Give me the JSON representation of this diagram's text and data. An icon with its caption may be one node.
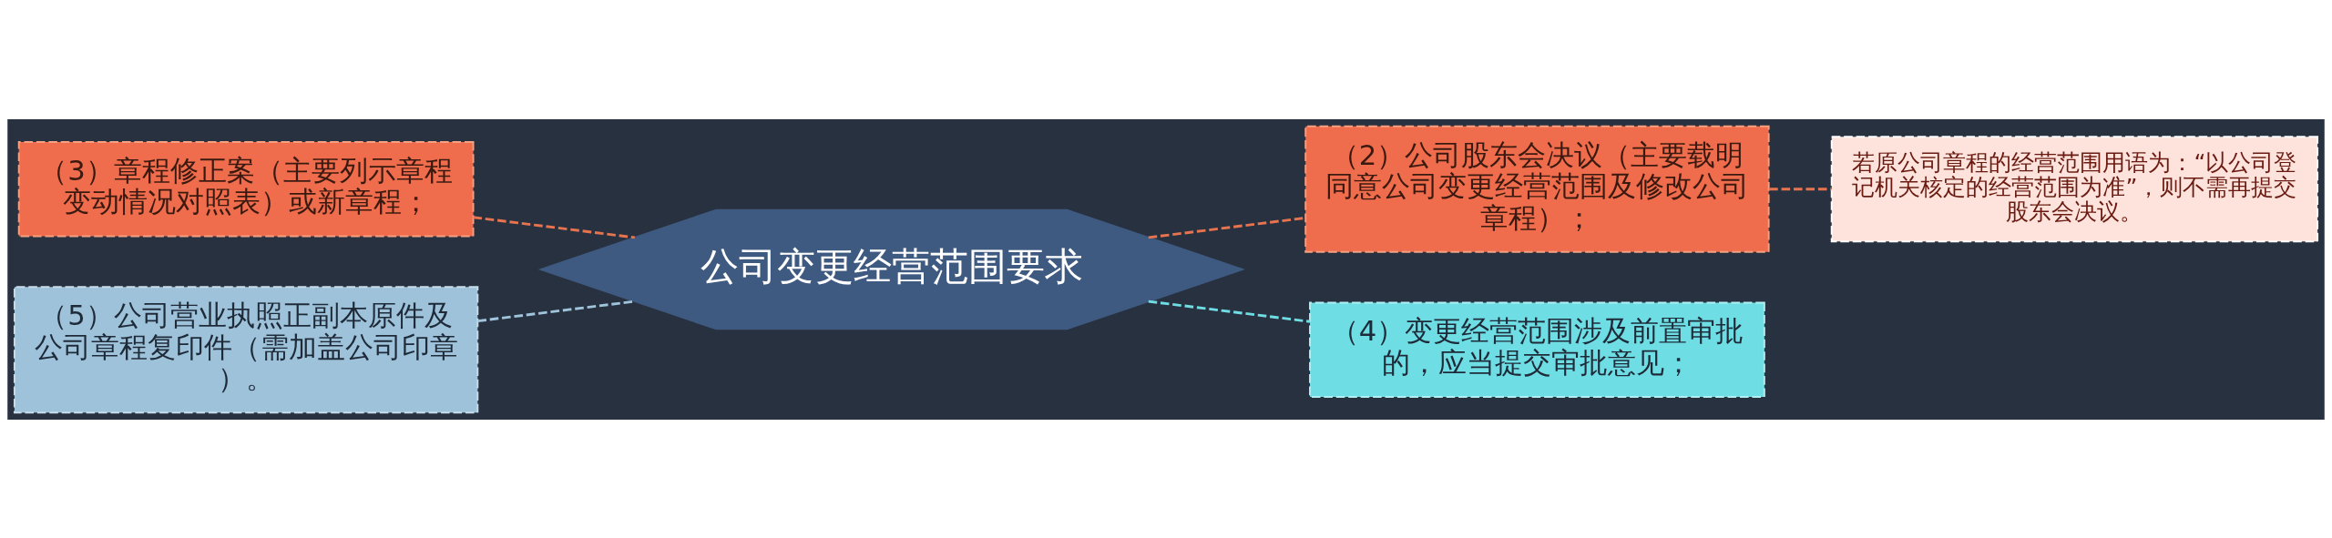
{
  "diagram": {
    "nodes": [
      {
        "text": [
          "公司变更经营范围要求"
        ]
      },
      {
        "text": [
          "（3）章程修正案（主要列示章程变动情况对照表）或新章程；"
        ]
      },
      {
        "text": [
          "（5）公司营业执照正副本原件及公司章程复印件（需加盖公司印章）。"
        ]
      },
      {
        "text": [
          "（2）公司股东会决议（主要载明同意公司变更经营范围及修改公司章程）；"
        ]
      },
      {
        "text": [
          "若原公司章程的经营范围用语为：“以公司登记机关核定的经营范围为准”，则不需再提交股东会决议。"
        ]
      },
      {
        "text": [
          "（4）变更经营范围涉及前置审批的，应当提交审批意见；"
        ]
      }
    ],
    "edges": [
      {
        "from": 0,
        "to": 1,
        "arrow": "none",
        "style": "dashed",
        "color": "#e8744f"
      },
      {
        "from": 0,
        "to": 2,
        "arrow": "none",
        "style": "dashed",
        "color": "#9fc4dc"
      },
      {
        "from": 0,
        "to": 3,
        "arrow": "none",
        "style": "dashed",
        "color": "#e8744f"
      },
      {
        "from": 3,
        "to": 4,
        "arrow": "none",
        "style": "dashed",
        "color": "#e8744f"
      },
      {
        "from": 0,
        "to": 5,
        "arrow": "none",
        "style": "dashed",
        "color": "#6fdde4"
      }
    ]
  }
}
